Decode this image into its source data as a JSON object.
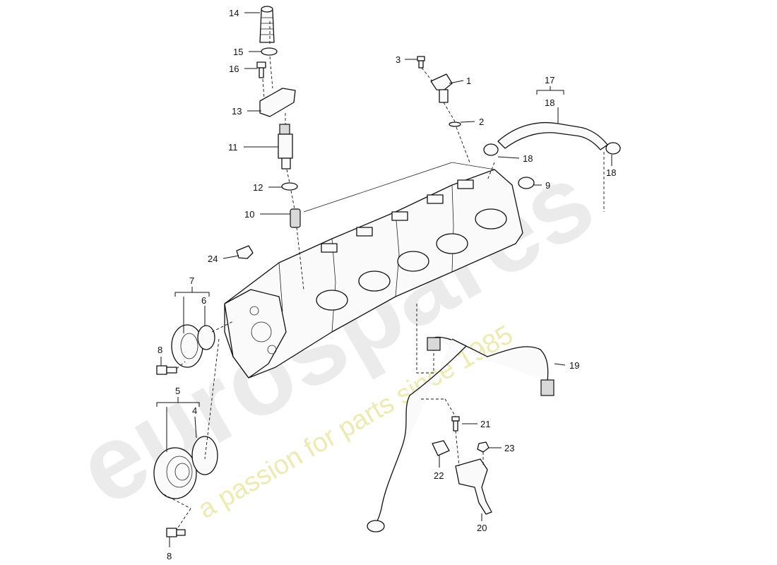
{
  "watermark": {
    "logo_text": "eurospares",
    "tagline": "a passion for parts since 1985"
  },
  "callouts": {
    "c1": "1",
    "c2": "2",
    "c3": "3",
    "c4": "4",
    "c5": "5",
    "c6": "6",
    "c7": "7",
    "c8a": "8",
    "c8b": "8",
    "c9": "9",
    "c10": "10",
    "c11": "11",
    "c12": "12",
    "c13": "13",
    "c14": "14",
    "c15": "15",
    "c16": "16",
    "c17": "17",
    "c18a": "18",
    "c18b": "18",
    "c18c": "18",
    "c19": "19",
    "c20": "20",
    "c21": "21",
    "c22": "22",
    "c23": "23",
    "c24": "24"
  }
}
